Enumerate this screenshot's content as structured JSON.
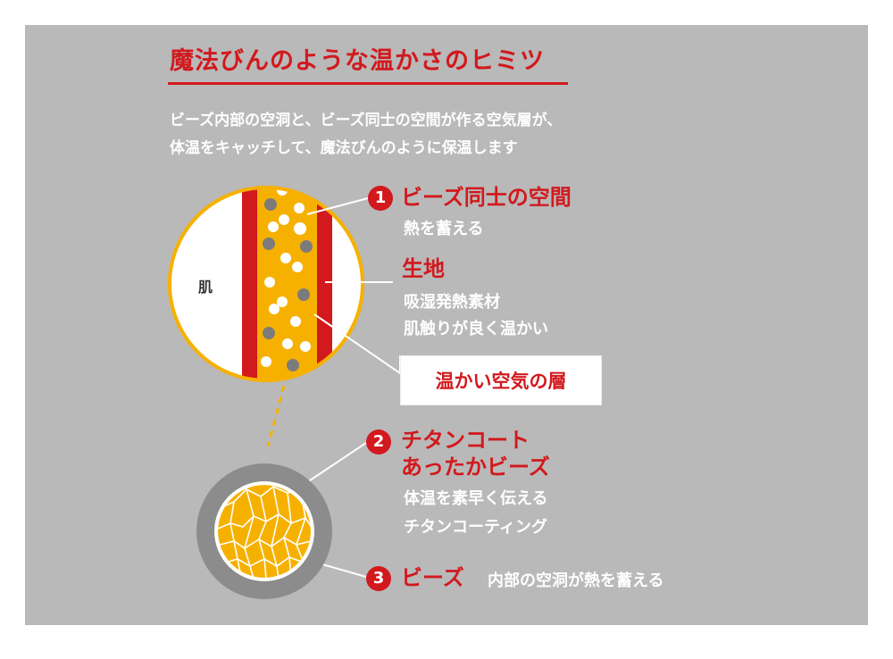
{
  "colors": {
    "background": "#b9b9b9",
    "accent_red": "#d2191d",
    "bead_yellow": "#f6b100",
    "bead_gray": "#7b7b7b",
    "coat_gray": "#8c8c8c"
  },
  "header": {
    "title": "魔法びんのような温かさのヒミツ",
    "intro_line1": "ビーズ内部の空洞と、ビーズ同士の空間が作る空気層が、",
    "intro_line2": "体温をキャッチして、魔法びんのように保温します"
  },
  "diagram": {
    "skin_label": "肌",
    "item1": {
      "number": "1",
      "title": "ビーズ同士の空間",
      "desc": "熱を蓄える"
    },
    "fabric": {
      "title": "生地",
      "desc1": "吸湿発熱素材",
      "desc2": "肌触りが良く温かい"
    },
    "warm_air_layer": "温かい空気の層",
    "item2": {
      "number": "2",
      "title1": "チタンコート",
      "title2": "あったかビーズ",
      "desc1": "体温を素早く伝える",
      "desc2": "チタンコーティング"
    },
    "item3": {
      "number": "3",
      "title": "ビーズ",
      "desc": "内部の空洞が熱を蓄える"
    }
  }
}
